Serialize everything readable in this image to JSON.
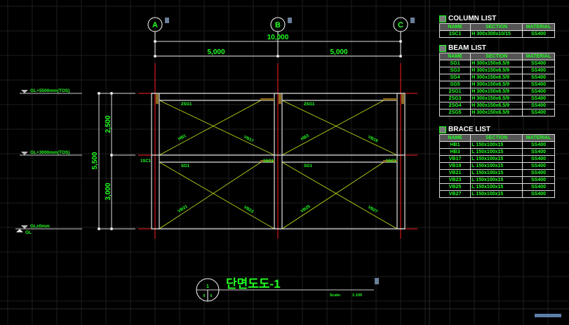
{
  "grid_labels": [
    "A",
    "B",
    "C"
  ],
  "dimensions": {
    "total_width": "10,000",
    "span1": "5,000",
    "span2": "5,000",
    "total_height": "5,500",
    "upper_height": "2,500",
    "lower_height": "3,000"
  },
  "levels": [
    {
      "label": "GL+5500mm(TOS)"
    },
    {
      "label": "GL+3000mm(TOS)"
    },
    {
      "label": "GL±0mm",
      "sub": "GL"
    }
  ],
  "members": {
    "top_left_beam": "2SG1",
    "top_right_beam": "2SG1",
    "mid_left_beam": "SG1",
    "mid_right_beam": "SG1",
    "left_column": "1SC1",
    "mid_column": "1SC1",
    "right_column": "1SC1",
    "braces": [
      "HB1",
      "VB17",
      "HB3",
      "VB19",
      "VB21",
      "VB23",
      "VB25",
      "VB27"
    ]
  },
  "title": {
    "text": "단면도도-1",
    "number": "1",
    "sub_left": "0",
    "sub_right": "0",
    "scale_label": "Scale:",
    "scale_value": "1:100"
  },
  "column_list": {
    "title": "COLUMN LIST",
    "headers": [
      "NAME",
      "SECTION",
      "MATERIAL"
    ],
    "rows": [
      [
        "1SC1",
        "H 300x300x10/15",
        "SS400"
      ]
    ]
  },
  "beam_list": {
    "title": "BEAM LIST",
    "headers": [
      "NAME",
      "SECTION",
      "MATERIAL"
    ],
    "rows": [
      [
        "SG1",
        "H 300x150x6.5/9",
        "SS400"
      ],
      [
        "SG3",
        "H 300x150x6.5/9",
        "SS400"
      ],
      [
        "SG4",
        "H 300x150x6.5/9",
        "SS400"
      ],
      [
        "SG5",
        "H 300x150x6.5/9",
        "SS400"
      ],
      [
        "2SG1",
        "H 300x150x6.5/9",
        "SS400"
      ],
      [
        "2SG3",
        "H 300x150x6.5/9",
        "SS400"
      ],
      [
        "2SG4",
        "H 300x150x6.5/9",
        "SS400"
      ],
      [
        "2SG5",
        "H 300x150x6.5/9",
        "SS400"
      ]
    ]
  },
  "brace_list": {
    "title": "BRACE LIST",
    "headers": [
      "NAME",
      "SECTION",
      "MATERIAL"
    ],
    "rows": [
      [
        "HB1",
        "L 150x100x15",
        "SS400"
      ],
      [
        "HB3",
        "L 150x100x15",
        "SS400"
      ],
      [
        "VB17",
        "L 150x100x15",
        "SS400"
      ],
      [
        "VB19",
        "L 150x100x15",
        "SS400"
      ],
      [
        "VB21",
        "L 150x100x15",
        "SS400"
      ],
      [
        "VB23",
        "L 150x100x15",
        "SS400"
      ],
      [
        "VB25",
        "L 150x100x15",
        "SS400"
      ],
      [
        "VB27",
        "L 150x100x15",
        "SS400"
      ]
    ]
  },
  "colors": {
    "background": "#000000",
    "text": "#22ff22",
    "grid_axis": "#ff2020",
    "member": "#e0e0e0",
    "brace": "#c8e619"
  }
}
